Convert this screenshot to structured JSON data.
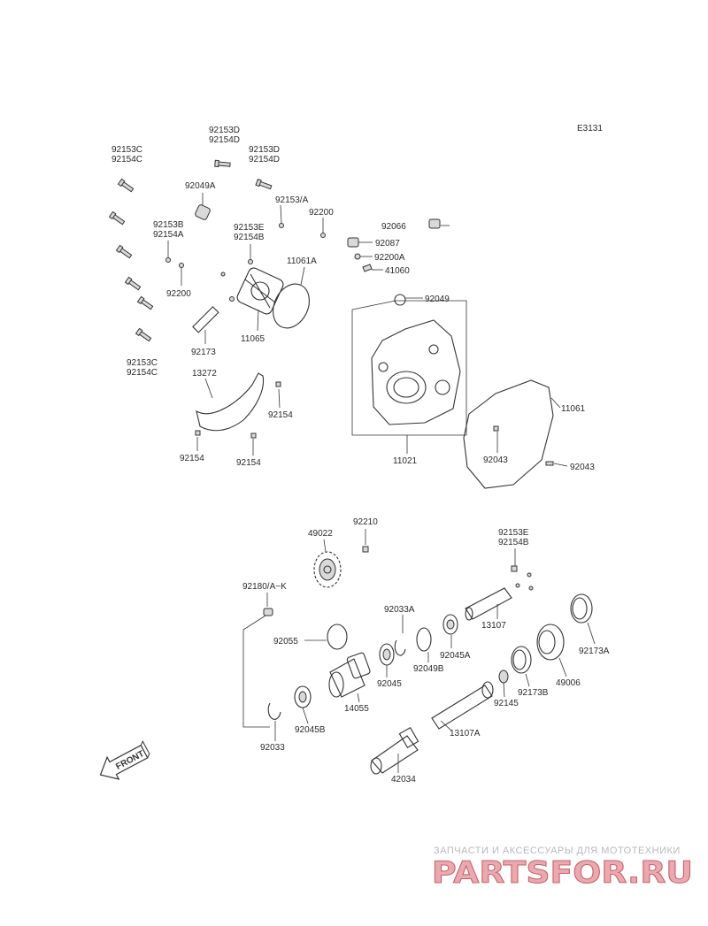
{
  "diagram_code": "E3131",
  "labels": {
    "l_92153C_92154C_top": [
      "92153C",
      "92154C"
    ],
    "l_92153D_92154D_a": [
      "92153D",
      "92154D"
    ],
    "l_92153D_92154D_b": [
      "92153D",
      "92154D"
    ],
    "l_92049A": "92049A",
    "l_92153_A": "92153/A",
    "l_92200_a": "92200",
    "l_92153B_92154A": [
      "92153B",
      "92154A"
    ],
    "l_92153E_92154B_a": [
      "92153E",
      "92154B"
    ],
    "l_11061A": "11061A",
    "l_92200_b": "92200",
    "l_11065": "11065",
    "l_92173": "92173",
    "l_92153C_92154C_bot": [
      "92153C",
      "92154C"
    ],
    "l_13272": "13272",
    "l_92154_a": "92154",
    "l_92154_b": "92154",
    "l_92154_c": "92154",
    "l_92066": "92066",
    "l_92087": "92087",
    "l_92200A": "92200A",
    "l_41060": "41060",
    "l_92049": "92049",
    "l_11061": "11061",
    "l_92043_a": "92043",
    "l_92043_b": "92043",
    "l_11021": "11021",
    "l_49022": "49022",
    "l_92210": "92210",
    "l_92153E_92154B_b": [
      "92153E",
      "92154B"
    ],
    "l_92180": "92180/A~K",
    "l_92033A": "92033A",
    "l_13107": "13107",
    "l_92055": "92055",
    "l_92045A": "92045A",
    "l_92049B": "92049B",
    "l_92045": "92045",
    "l_14055": "14055",
    "l_92173A": "92173A",
    "l_49006": "49006",
    "l_92173B": "92173B",
    "l_92145": "92145",
    "l_92045B": "92045B",
    "l_13107A": "13107A",
    "l_92033": "92033",
    "l_42034": "42034"
  },
  "front_label": "FRONT",
  "watermark": {
    "tagline": "ЗАПЧАСТИ И АКСЕССУАРЫ ДЛЯ МОТОТЕХНИКИ",
    "brand": "PARTSFOR.RU"
  }
}
